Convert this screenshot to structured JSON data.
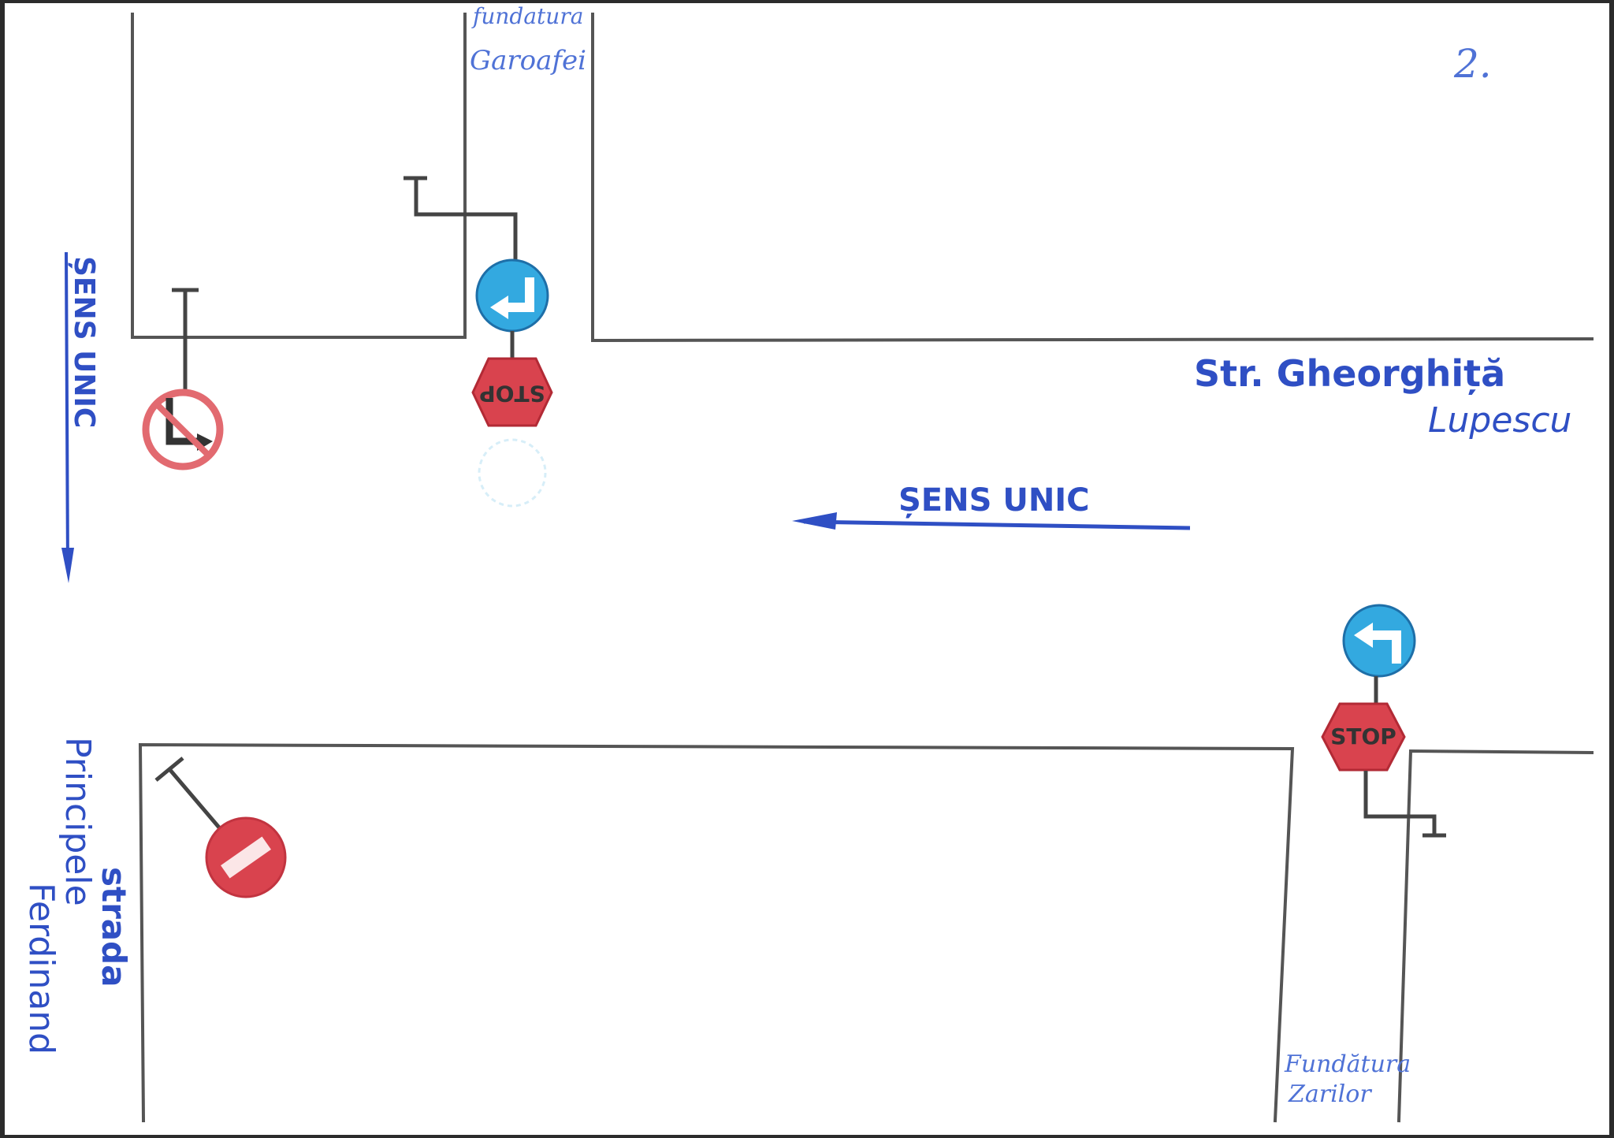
{
  "page_number": "2.",
  "labels": {
    "fundatura_garoafei_line1": "fundatura",
    "fundatura_garoafei_line2": "Garoafei",
    "str_gheorghita_line1": "Str. Gheorghiță",
    "str_gheorghita_line2": "Lupescu",
    "sens_unic_horizontal": "ȘENS UNIC",
    "sens_unic_vertical": "ȘENS UNIC",
    "strada_ferdinand_line1": "strada",
    "strada_ferdinand_line2": "Principele",
    "strada_ferdinand_line3": "Ferdinand",
    "fundatura_zarilor_line1": "Fundătura",
    "fundatura_zarilor_line2": "Zarilor"
  },
  "signs": {
    "stop_top": "STOP",
    "stop_bottom": "STOP"
  },
  "colors": {
    "ink_blue": "#2f4fc4",
    "sign_red": "#d9434e",
    "sign_blue": "#33a9e0",
    "road_grey": "#555555"
  },
  "icons": [
    "no-left-turn-sign-icon",
    "mandatory-left-turn-sign-icon",
    "stop-sign-icon",
    "no-entry-sign-icon",
    "one-way-arrow-icon"
  ]
}
